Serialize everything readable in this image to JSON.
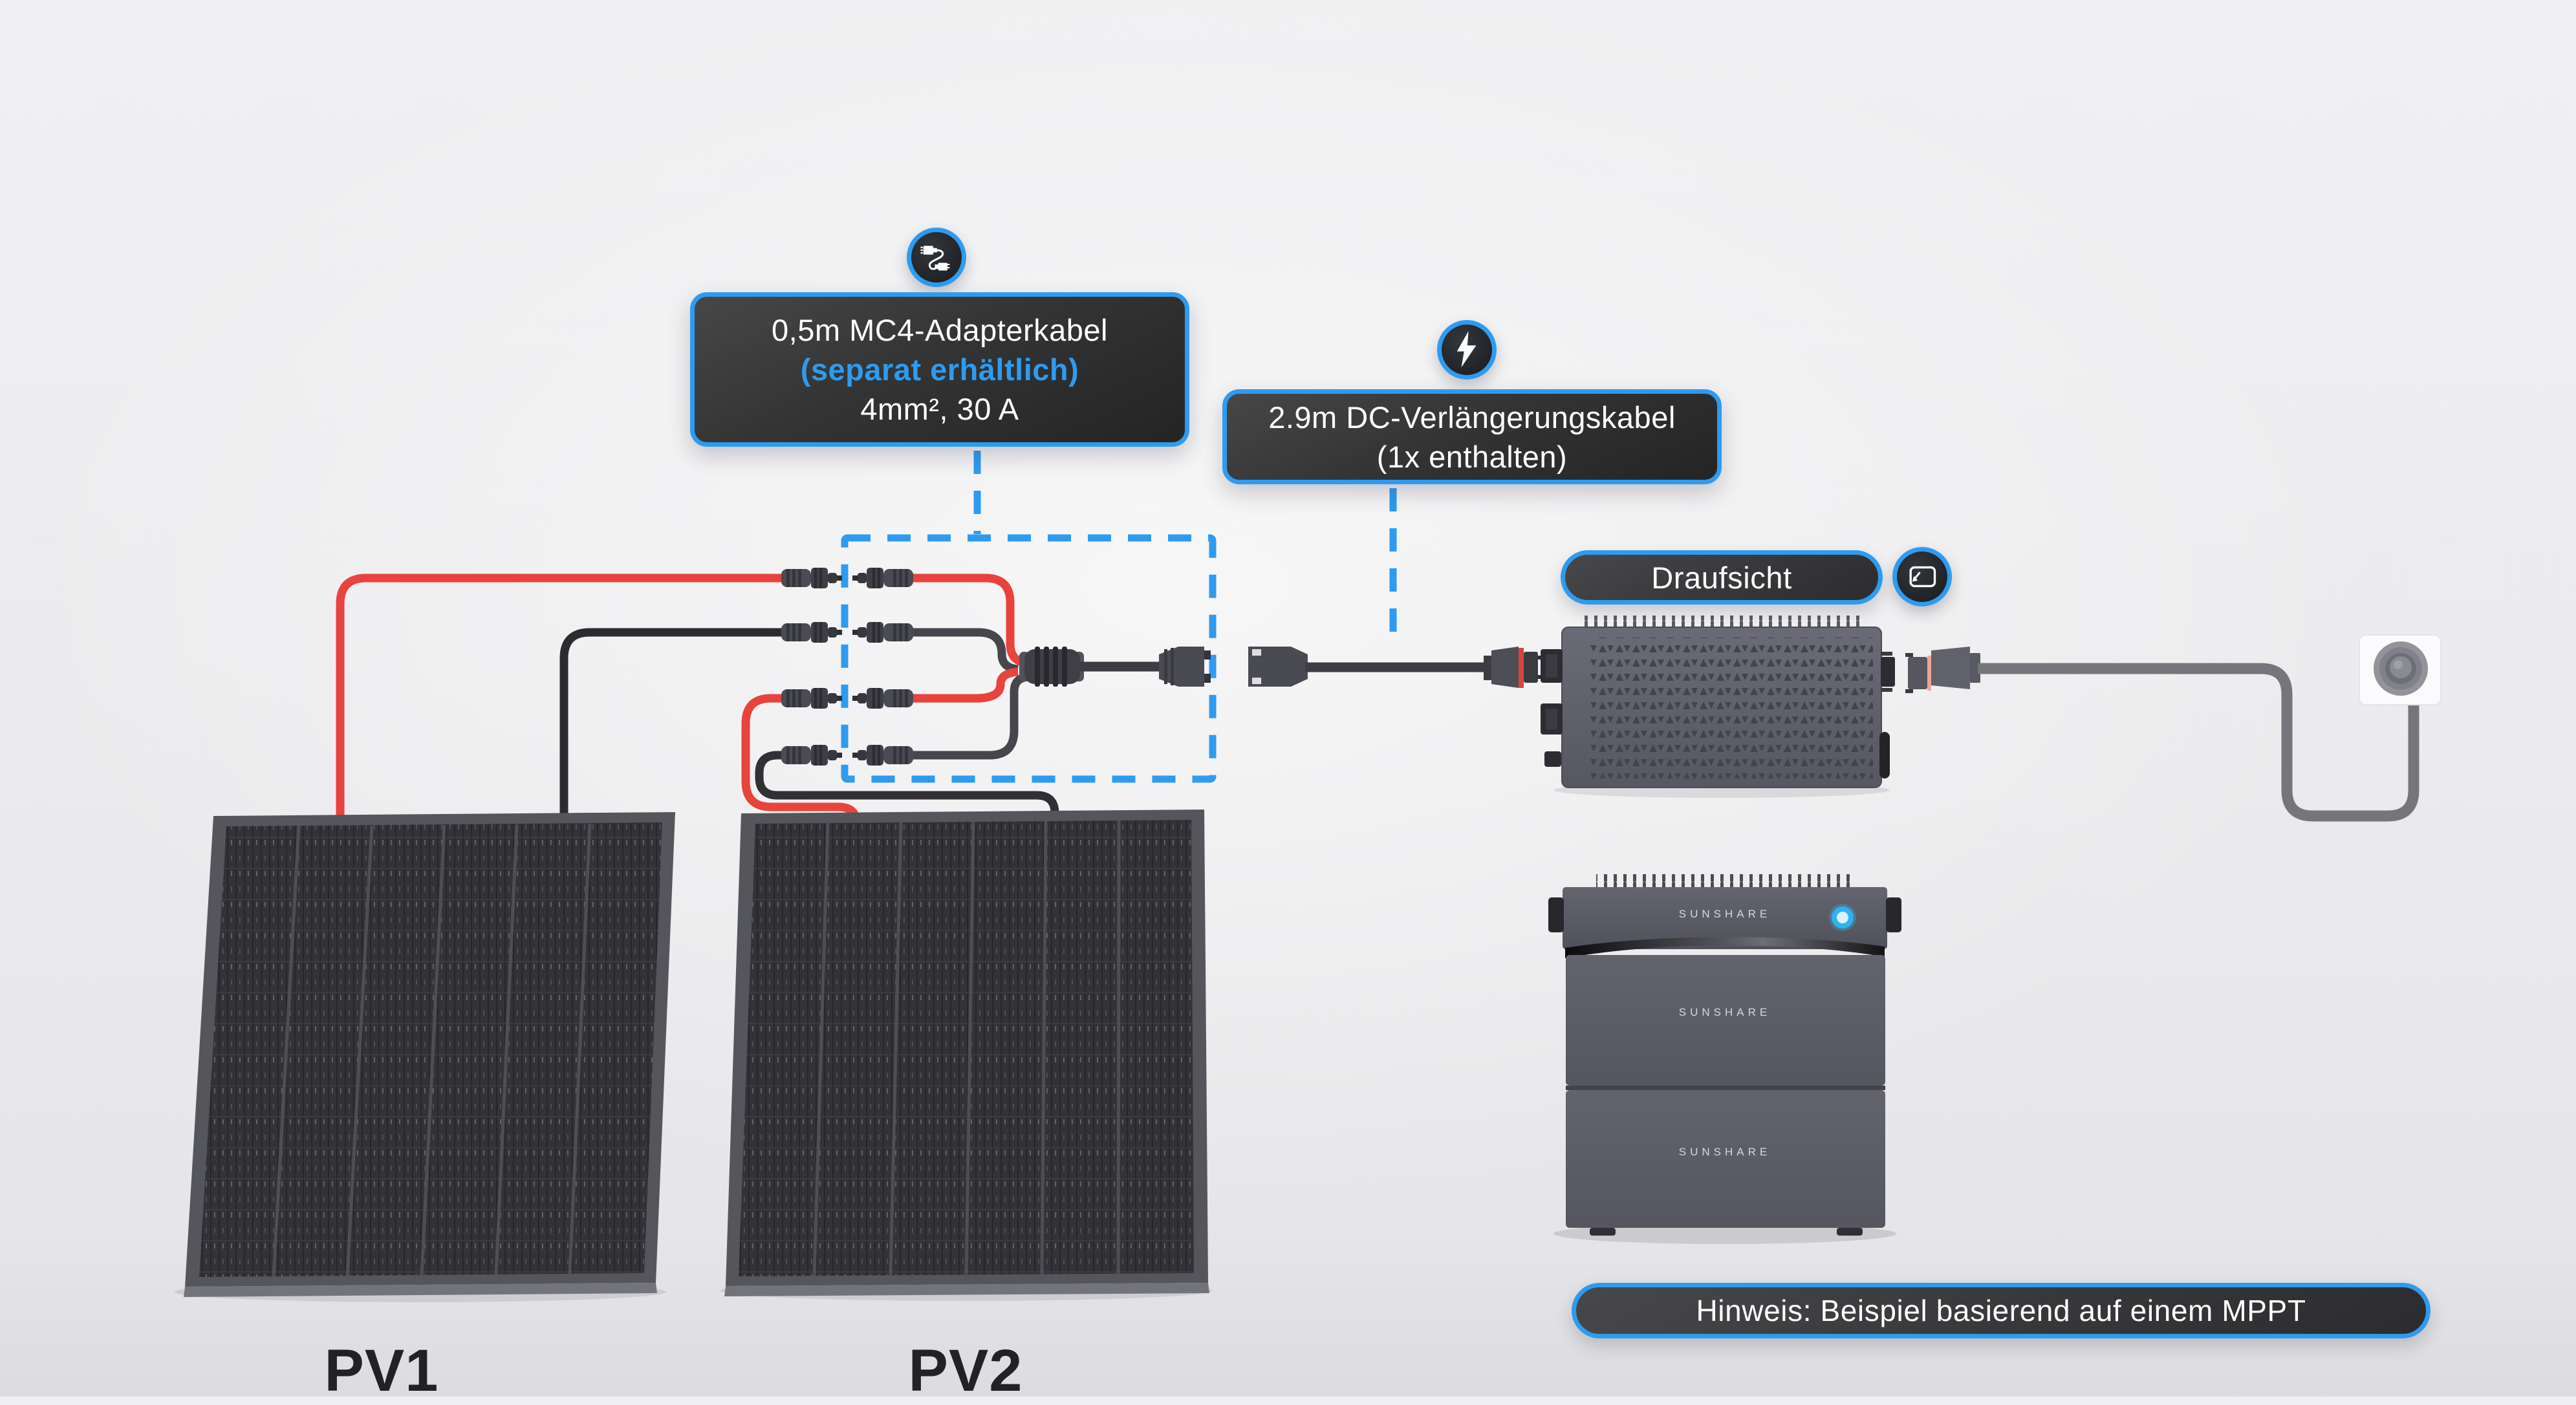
{
  "colors": {
    "accent_blue": "#2E9BF0",
    "cable_red": "#E8433C",
    "cable_black": "#2B2B30",
    "cable_dark_gray": "#3C3C42",
    "ac_cable_gray": "#75767C",
    "tooltip_bg": "#333333",
    "tooltip_text": "#FFFFFF",
    "device_gray": "#5F606B"
  },
  "icons": {
    "adapter": "mc4-cable-icon",
    "extension": "lightning-icon",
    "top_view": "top-view-icon"
  },
  "tooltips": {
    "adapter": {
      "line1": "0,5m MC4-Adapterkabel",
      "line2": "(separat erhältlich)",
      "line3": "4mm², 30 A"
    },
    "extension": {
      "line1": "2.9m DC-Verlängerungskabel",
      "line2": "(1x enthalten)"
    }
  },
  "labels": {
    "top_view": "Draufsicht",
    "note": "Hinweis: Beispiel basierend auf einem MPPT",
    "pv1": "PV1",
    "pv2": "PV2"
  },
  "brand": {
    "name": "SUNSHARE"
  }
}
